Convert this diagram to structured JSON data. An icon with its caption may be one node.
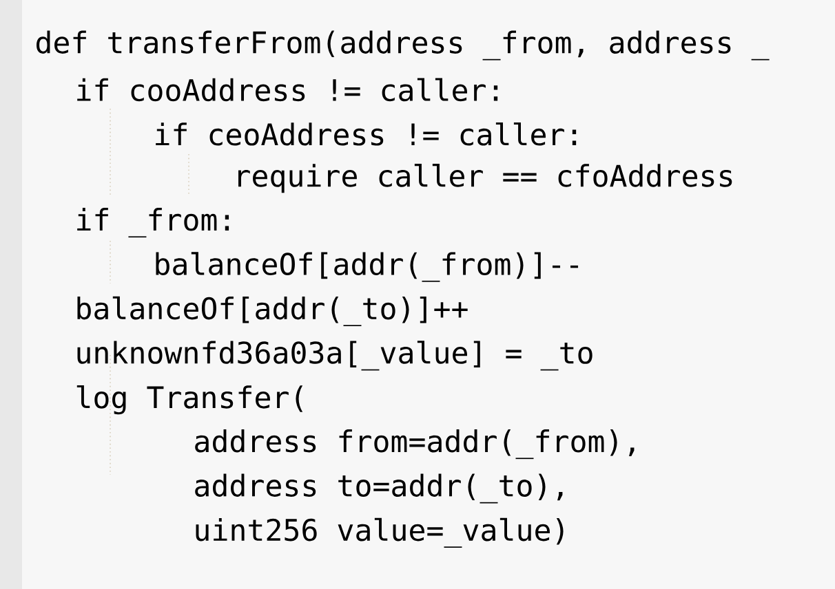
{
  "diagram": {
    "labels": [
      "def transferFrom(address _from, address _",
      "if cooAddress != caller:",
      "if ceoAddress != caller:",
      "require caller == cfoAddress",
      "if _from:",
      "balanceOf[addr(_from)]--",
      "balanceOf[addr(_to)]++",
      "unknownfd36a03a[_value] = _to",
      "log Transfer(",
      "address from=addr(_from),",
      "address to=addr(_to),",
      "uint256 value=_value)"
    ]
  }
}
